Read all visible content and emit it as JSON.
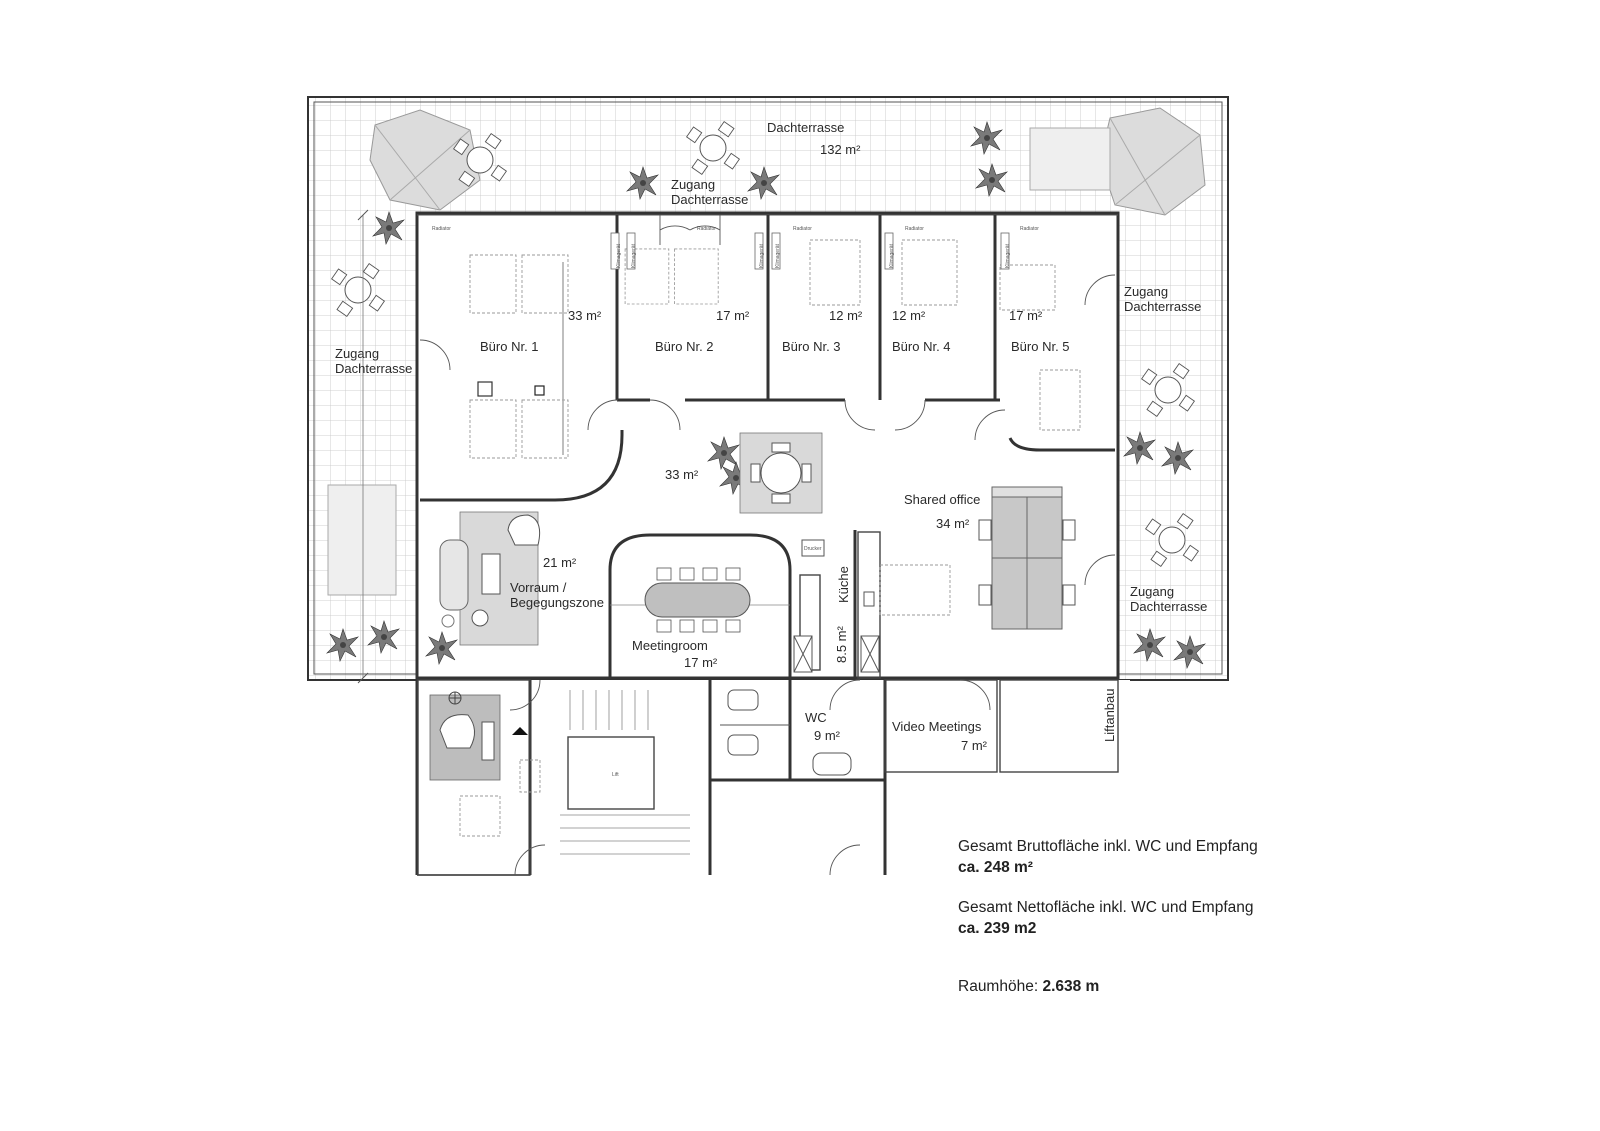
{
  "rooms": {
    "terrace": {
      "name": "Dachterrasse",
      "area": "132 m²"
    },
    "access_top": {
      "line1": "Zugang",
      "line2": "Dachterrasse"
    },
    "access_left": {
      "line1": "Zugang",
      "line2": "Dachterrasse"
    },
    "access_right_top": {
      "line1": "Zugang",
      "line2": "Dachterrasse"
    },
    "access_right_bottom": {
      "line1": "Zugang",
      "line2": "Dachterrasse"
    },
    "buero1": {
      "name": "Büro Nr. 1",
      "area": "33 m²"
    },
    "buero2": {
      "name": "Büro Nr. 2",
      "area": "17 m²"
    },
    "buero3": {
      "name": "Büro Nr. 3",
      "area": "12 m²"
    },
    "buero4": {
      "name": "Büro Nr. 4",
      "area": "12 m²"
    },
    "buero5": {
      "name": "Büro Nr. 5",
      "area": "17 m²"
    },
    "center": {
      "area": "33 m²"
    },
    "shared": {
      "name": "Shared office",
      "area": "34 m²"
    },
    "vorraum": {
      "line1": "Vorraum /",
      "line2": "Begegungszone",
      "area": "21 m²"
    },
    "meeting": {
      "name": "Meetingroom",
      "area": "17 m²"
    },
    "kueche": {
      "name": "Küche",
      "area": "8.5 m²"
    },
    "wc": {
      "name": "WC",
      "area": "9 m²"
    },
    "video": {
      "name": "Video Meetings",
      "area": "7 m²"
    },
    "lift": {
      "name": "Liftanbau"
    }
  },
  "small_labels": {
    "radiator": "Radiator",
    "klima": "Klimagerät",
    "drucker": "Drucker",
    "lift_car": "Lift"
  },
  "summary": {
    "gross_label": "Gesamt Bruttofläche inkl. WC und Empfang",
    "gross_value": "ca. 248 m²",
    "net_label": "Gesamt Nettofläche inkl. WC und Empfang",
    "net_value": "ca. 239 m2",
    "height_label": "Raumhöhe:",
    "height_value": "2.638 m"
  }
}
